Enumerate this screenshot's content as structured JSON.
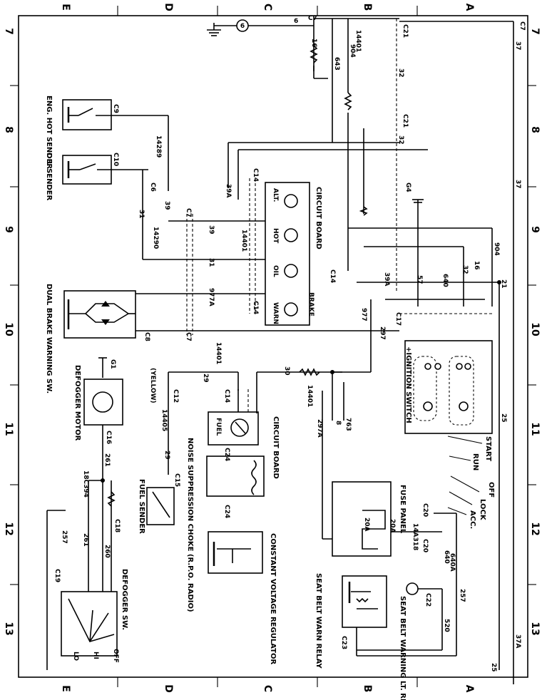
{
  "frame": {
    "top_letters": [
      "E",
      "D",
      "C",
      "B",
      "A"
    ],
    "bottom_letters": [
      "E",
      "D",
      "C",
      "B",
      "A"
    ],
    "left_numbers": [
      "7",
      "8",
      "9",
      "10",
      "11",
      "12",
      "13"
    ],
    "right_numbers": [
      "7",
      "8",
      "9",
      "10",
      "11",
      "12",
      "13"
    ]
  },
  "components": {
    "eng_hot_sender": "ENG. HOT SENDER",
    "oil_sender": "OIL SENDER",
    "dual_brake": "DUAL BRAKE WARNING SW.",
    "defogger_motor": "DEFOGGER MOTOR",
    "fuel_sender": "FUEL SENDER",
    "defogger_sw": "DEFOGGER SW.",
    "circuit_board_top": "CIRCUIT BOARD",
    "circuit_board_mid": "CIRCUIT BOARD",
    "noise_choke": "NOISE SUPPRESSION CHOKE (R.P.O. RADIO)",
    "voltage_regulator": "CONSTANT VOLTAGE REGULATOR",
    "seat_belt_relay": "SEAT BELT WARN RELAY",
    "seat_belt_light": "SEAT BELT WARNING LT. RPO",
    "fuse_panel": "FUSE PANEL",
    "ignition_switch": "+IGNITION SWITCH"
  },
  "lamps": [
    "ALT.",
    "HOT",
    "OIL",
    "WARN"
  ],
  "lamp_extra": "BRAKE",
  "gauge_fuel": "FUEL",
  "switch_positions": [
    "START",
    "RUN",
    "OFF",
    "LOCK",
    "ACC."
  ],
  "defogger_positions": [
    "OFF",
    "HI",
    "LO"
  ],
  "fuse_labels": {
    "rating": "20A",
    "part": "14A318",
    "color": "(YELLOW)"
  },
  "connectors": {
    "C6": "C6",
    "C7": "C7",
    "C8": "C8",
    "C9": "C9",
    "C10": "C10",
    "C12": "C12",
    "C14": "C14",
    "C15": "C15",
    "C16": "C16",
    "C17": "C17",
    "C18": "C18",
    "C19": "C19",
    "C20": "C20",
    "C21": "C21",
    "C22": "C22",
    "C23": "C23",
    "C24": "C24"
  },
  "grounds": {
    "G1": "G1",
    "G4": "G4"
  },
  "wires": {
    "w6": "6",
    "w16": "16",
    "w14401": "14401",
    "w643": "643",
    "w904": "904",
    "w32": "32",
    "w37": "37",
    "w14289": "14289",
    "w39": "39",
    "w39A": "39A",
    "w31": "31",
    "w14290": "14290",
    "w977A": "977A",
    "w977": "977",
    "w57": "57",
    "w640": "640",
    "w640A": "640A",
    "w21": "21",
    "w25": "25",
    "w297": "297",
    "w297A": "297A",
    "w29": "29",
    "w30": "30",
    "w14405": "14405",
    "w763": "763",
    "w8": "8",
    "w261": "261",
    "w260": "260",
    "w257": "257",
    "w18C394": "18C394",
    "w520": "520",
    "w37A": "37A"
  }
}
